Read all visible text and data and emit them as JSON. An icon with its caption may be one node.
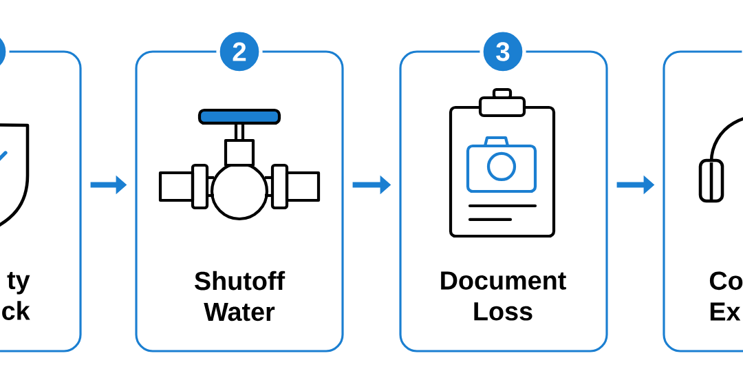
{
  "diagram": {
    "nodes": [
      {
        "text": [],
        "shape": "circle"
      },
      {
        "text": [
          "ty ck"
        ]
      },
      {
        "text": [
          "2"
        ]
      },
      {
        "text": [
          "Shutoff Water"
        ]
      },
      {
        "text": [
          "3"
        ]
      },
      {
        "text": [
          "Document Loss"
        ]
      },
      {
        "text": [],
        "shape": "circle"
      },
      {
        "text": [
          "Co Ex"
        ]
      }
    ],
    "edges": [
      {
        "from": 1,
        "to": 3,
        "arrow": "to"
      },
      {
        "from": 3,
        "to": 5,
        "arrow": "to"
      },
      {
        "from": 5,
        "to": 7,
        "arrow": "to"
      }
    ]
  }
}
